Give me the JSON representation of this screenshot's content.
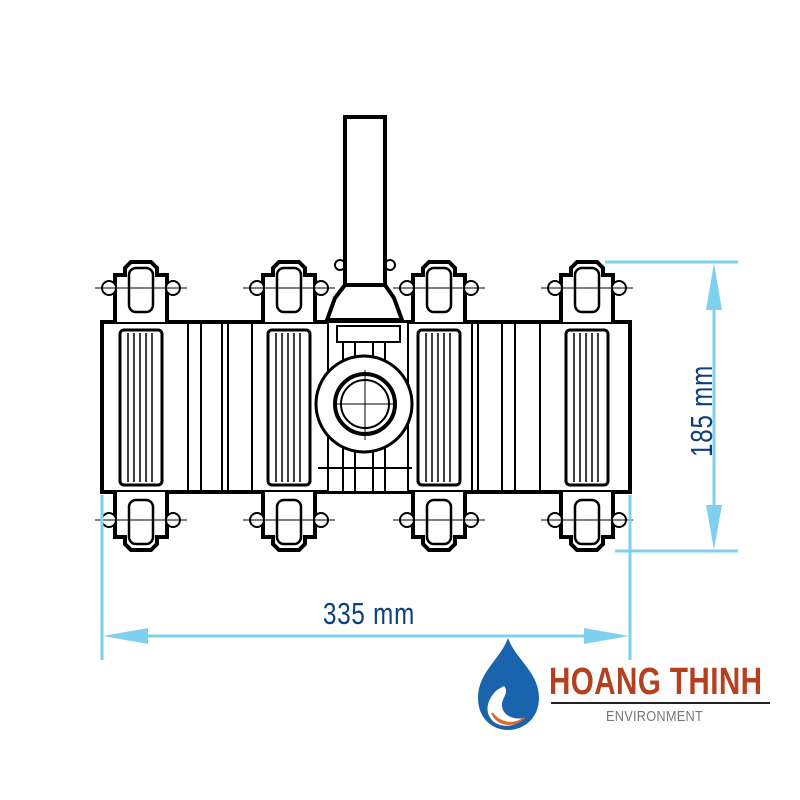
{
  "diagram": {
    "subject": "pool vacuum head technical drawing",
    "line_color": "#000000",
    "dimension_line_color": "#7fd0ee",
    "dimension_text_color": "#0d3f7a",
    "dimensions": {
      "width": {
        "value": 335,
        "unit": "mm",
        "label": "335 mm"
      },
      "height": {
        "value": 185,
        "unit": "mm",
        "label": "185 mm"
      }
    },
    "wheels": {
      "count": 8,
      "rows": 2,
      "per_row": 4
    }
  },
  "logo": {
    "brand_name": "HOANG THINH",
    "tagline": "ENVIRONMENT",
    "brand_color": "#b5401f",
    "drop_color": "#1a63ad",
    "accent_color": "#e1662a",
    "icon": "water-drop-icon"
  }
}
